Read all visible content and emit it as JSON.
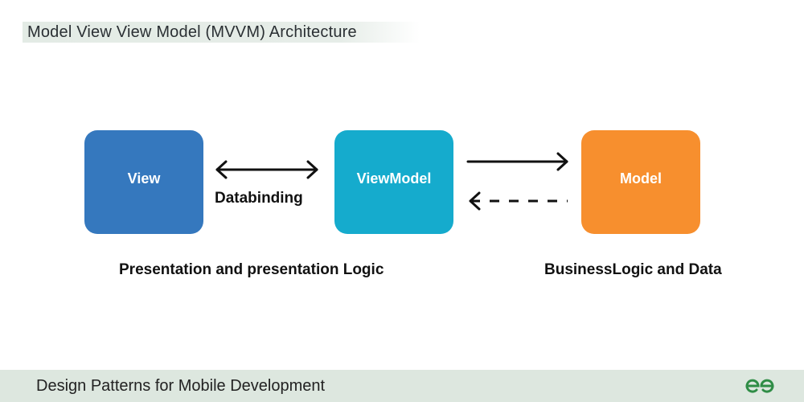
{
  "header": {
    "title": "Model View View Model (MVVM) Architecture"
  },
  "diagram": {
    "nodes": [
      {
        "id": "view",
        "label": "View",
        "color": "#3578be"
      },
      {
        "id": "viewmodel",
        "label": "ViewModel",
        "color": "#15abcd"
      },
      {
        "id": "model",
        "label": "Model",
        "color": "#f78f2e"
      }
    ],
    "edges": [
      {
        "from": "view",
        "to": "viewmodel",
        "style": "solid",
        "direction": "bidirectional",
        "label": "Databinding"
      },
      {
        "from": "viewmodel",
        "to": "model",
        "style": "solid",
        "direction": "forward",
        "label": ""
      },
      {
        "from": "model",
        "to": "viewmodel",
        "style": "dashed",
        "direction": "forward",
        "label": ""
      }
    ],
    "captions": {
      "presentation": "Presentation and presentation Logic",
      "business": "BusinessLogic and Data"
    }
  },
  "footer": {
    "text": "Design Patterns for Mobile Development",
    "logo_icon": "gfg-logo-icon",
    "logo_color": "#2f8d46"
  }
}
